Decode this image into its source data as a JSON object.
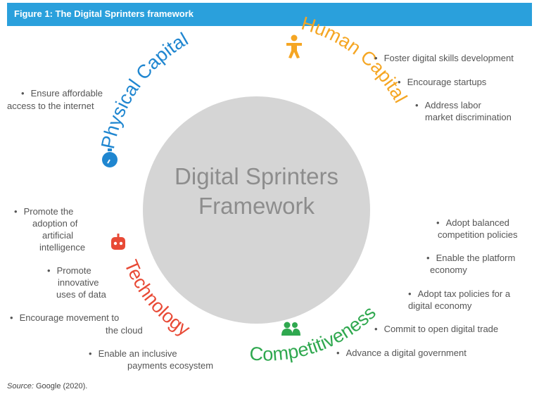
{
  "header": {
    "title": "Figure 1: The Digital Sprinters framework"
  },
  "center": {
    "line1": "Digital Sprinters",
    "line2": "Framework"
  },
  "pillars": {
    "physical": {
      "label": "Physical Capital",
      "color": "#1f86d0",
      "icon": "stopwatch-icon"
    },
    "human": {
      "label": "Human Capital",
      "color": "#f5a623",
      "icon": "person-icon"
    },
    "technology": {
      "label": "Technology",
      "color": "#e84a36",
      "icon": "robot-icon"
    },
    "competitiveness": {
      "label": "Competitiveness",
      "color": "#2fa84f",
      "icon": "people-icon"
    }
  },
  "bullets": {
    "physical": [
      "Ensure affordable",
      "access to the internet"
    ],
    "human": [
      "Foster digital skills development",
      "Encourage startups",
      "Address labor",
      "market discrimination"
    ],
    "technology": [
      "Promote the",
      "adoption of",
      "artificial",
      "intelligence",
      "Promote",
      "innovative",
      "uses of data",
      "Encourage movement to",
      "the cloud",
      "Enable an inclusive",
      "payments ecosystem"
    ],
    "competitiveness": [
      "Adopt balanced",
      "competition policies",
      "Enable the platform",
      "economy",
      "Adopt tax policies for a",
      "digital economy",
      "Commit to open digital trade",
      "Advance a digital government"
    ]
  },
  "source": {
    "label": "Source:",
    "text": " Google (2020)."
  }
}
